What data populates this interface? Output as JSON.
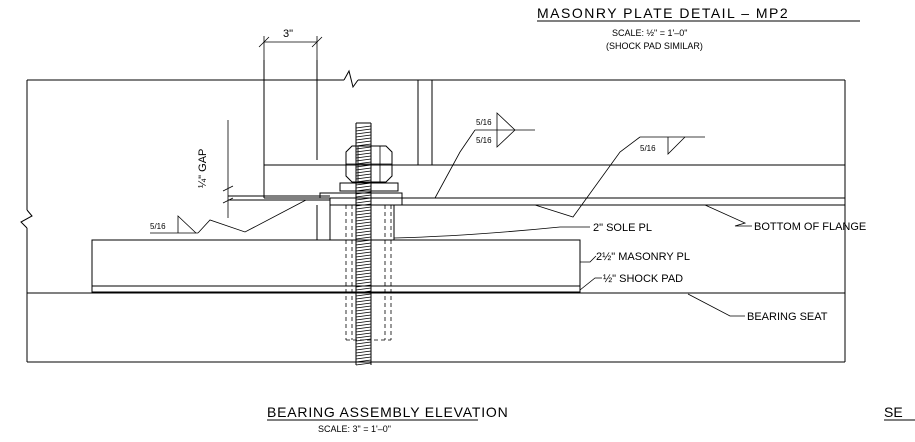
{
  "top_title": {
    "text": "MASONRY PLATE DETAIL – MP2",
    "scale": "SCALE: ½\" = 1'–0\"",
    "note": "(SHOCK PAD SIMILAR)"
  },
  "bottom_title": {
    "text": "BEARING ASSEMBLY ELEVATION",
    "scale": "SCALE: 3\" = 1'–0\""
  },
  "side_title_fragment": "SE",
  "dimensions": {
    "width": "3\"",
    "gap": "¼\" GAP"
  },
  "weld_symbols": [
    "5/16",
    "5/16",
    "5/16",
    "5/16"
  ],
  "callouts": {
    "sole_plate": "2\" SOLE PL",
    "bottom_of_flange": "BOTTOM OF FLANGE",
    "masonry_plate": "2½\" MASONRY PL",
    "shock_pad": "½\" SHOCK PAD",
    "bearing_seat": "BEARING SEAT"
  }
}
